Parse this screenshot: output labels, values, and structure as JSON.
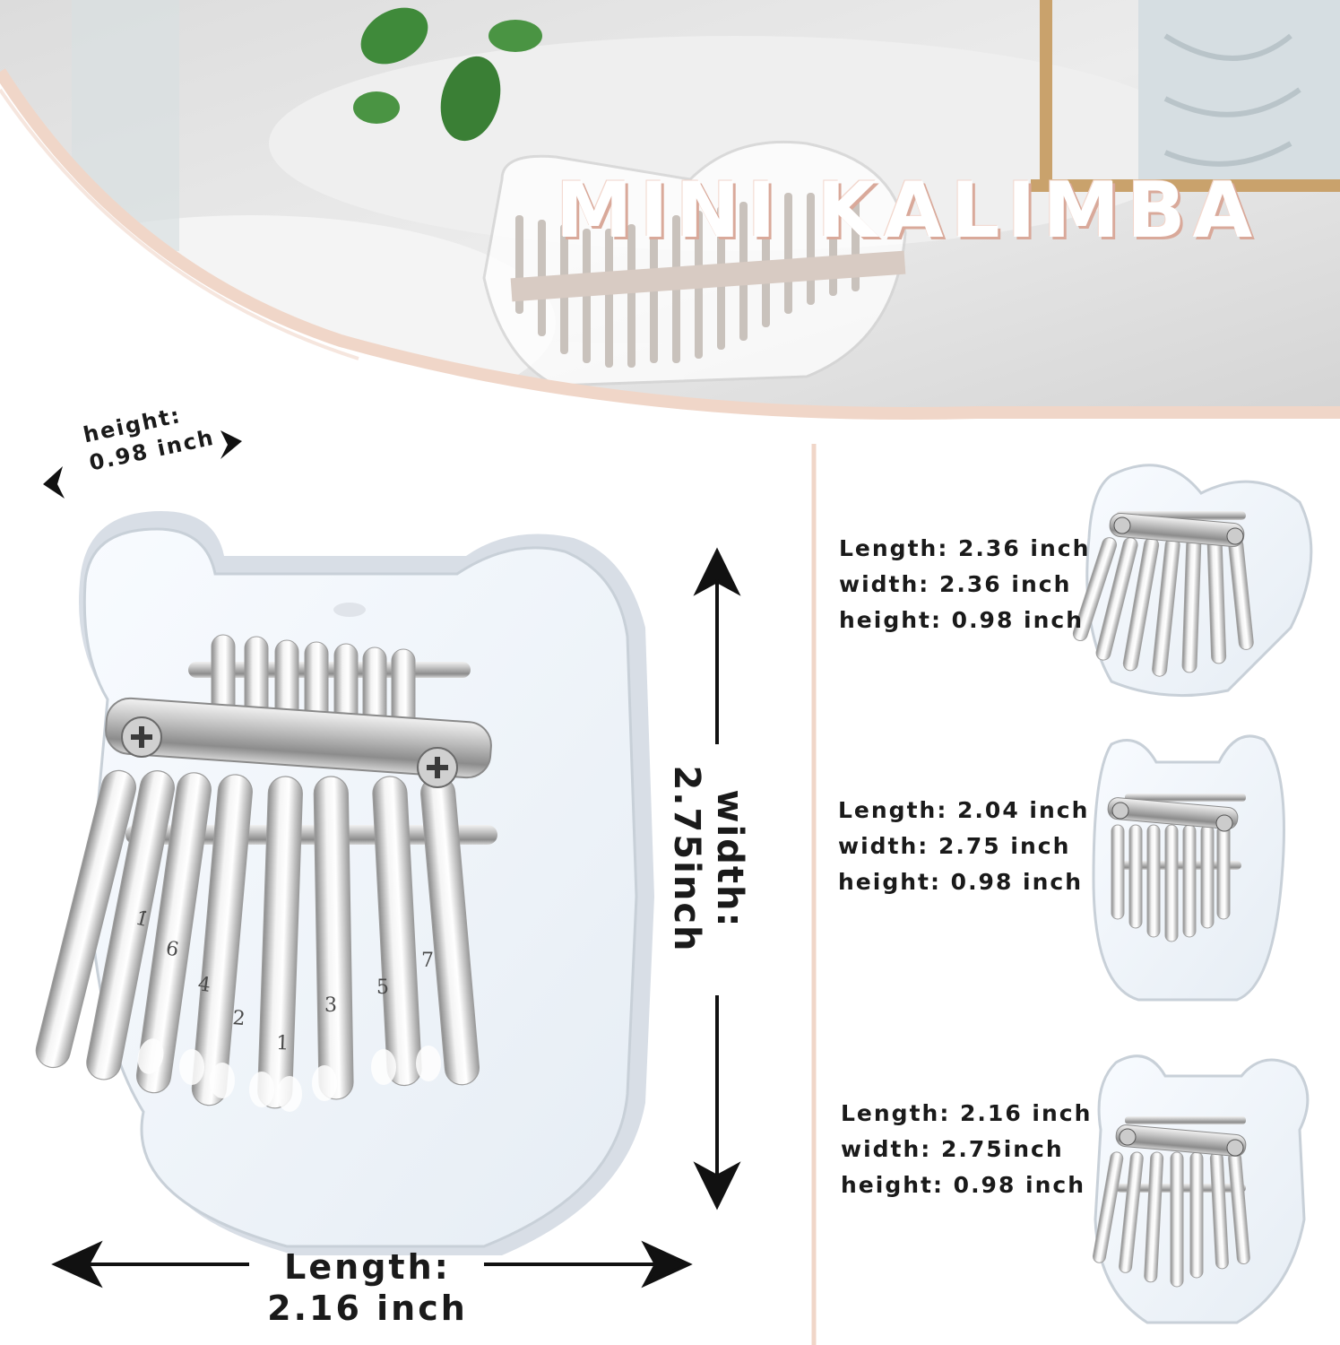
{
  "title": "MINI KALIMBA",
  "main_product": {
    "height_label": "height:",
    "height_value": "0.98 inch",
    "width_label": "width:",
    "width_value": "2.75inch",
    "length_label": "Length:",
    "length_value": "2.16 inch",
    "tine_numbers": [
      "1̇",
      "6",
      "4",
      "2",
      "1",
      "3",
      "5",
      "7"
    ]
  },
  "variants": [
    {
      "shape": "heart",
      "length": "Length: 2.36 inch",
      "width": "width: 2.36 inch",
      "height": "height: 0.98 inch"
    },
    {
      "shape": "cat",
      "length": "Length: 2.04 inch",
      "width": "width: 2.75 inch",
      "height": "height: 0.98 inch"
    },
    {
      "shape": "bear",
      "length": "Length: 2.16 inch",
      "width": "width: 2.75inch",
      "height": "height: 0.98 inch"
    }
  ],
  "colors": {
    "accent_line": "#f0d6c8",
    "arrow": "#111111"
  }
}
